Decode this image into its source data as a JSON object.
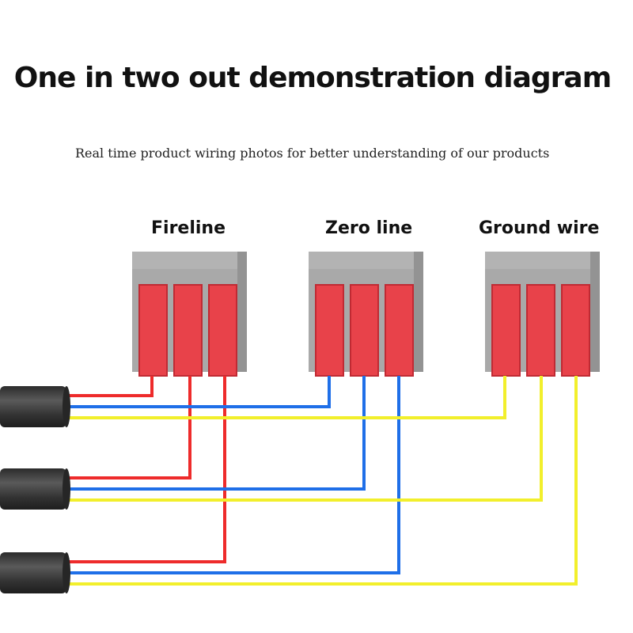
{
  "title": "One in two out demonstration diagram",
  "subtitle": "Real time product wiring photos for better understanding of our products",
  "connectors": [
    {
      "label": "Fireline",
      "lever_color": "#e8424a"
    },
    {
      "label": "Zero line",
      "lever_color": "#e8424a"
    },
    {
      "label": "Ground wire",
      "lever_color": "#e8424a"
    }
  ],
  "colors": {
    "housing": "#a7a7a7",
    "housing_dark": "#8f8f8f",
    "lever": "#e8424a",
    "lever_edge": "#c02a33",
    "wire_fire": "#ee2b2b",
    "wire_zero": "#1f6fe8",
    "wire_ground": "#f2ef2c",
    "cable": "#3a3a3a"
  }
}
